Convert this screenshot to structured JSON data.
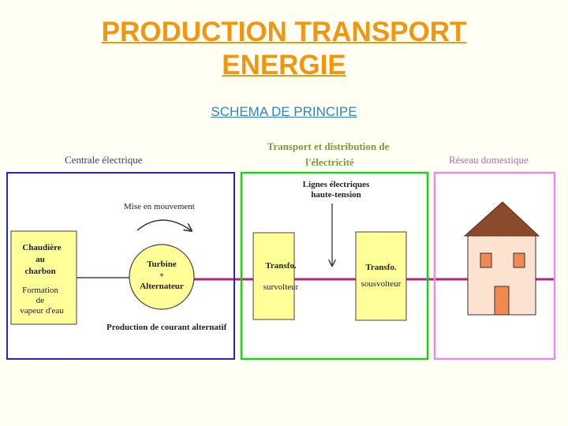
{
  "title_line1": "PRODUCTION TRANSPORT",
  "title_line2": "ENERGIE",
  "subtitle": "SCHEMA DE PRINCIPE",
  "colors": {
    "title": "#f0960f",
    "subtitle": "#2e86b8",
    "centrale_frame": "#2323c8",
    "transport_frame": "#19d119",
    "reseau_frame": "#e58ce8",
    "power_line": "#b4247d",
    "transformer_fill": "#ffff99",
    "roof": "#8b4a2b",
    "wall": "#fde2cf",
    "window": "#f08a50"
  },
  "sections": {
    "centrale": "Centrale électrique",
    "transport_line1": "Transport et distribution de",
    "transport_line2": "l'électricité",
    "reseau": "Réseau domestique"
  },
  "boiler": {
    "line1": "Chaudière",
    "line2": "au",
    "line3": "charbon",
    "line4": "Formation",
    "line5": "de",
    "line6": "vapeur d'eau"
  },
  "motion_label": "Mise en mouvement",
  "turbine": {
    "line1": "Turbine",
    "line2": "+",
    "line3": "Alternateur"
  },
  "production_label": "Production de courant alternatif",
  "lines_label_1": "Lignes électriques",
  "lines_label_2": "haute-tension",
  "transfo_up": {
    "line1": "Transfo.",
    "line2": "survolteur"
  },
  "transfo_down": {
    "line1": "Transfo.",
    "line2": "sousvolteur"
  },
  "house_icon": "house-icon"
}
